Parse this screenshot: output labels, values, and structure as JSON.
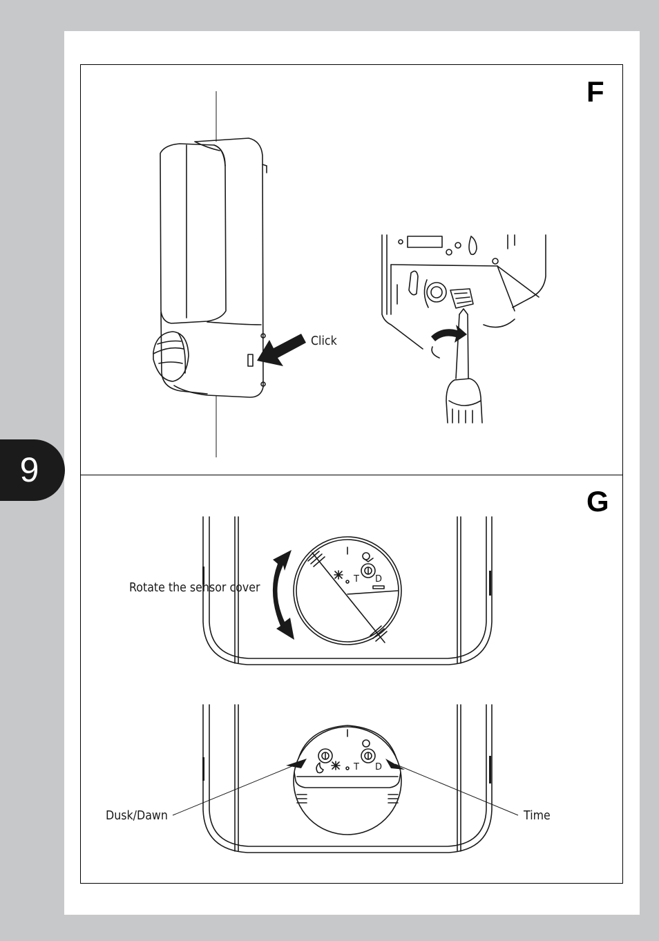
{
  "page_number": "9",
  "panels": {
    "f": {
      "letter": "F",
      "click_label": "Click"
    },
    "g": {
      "letter": "G",
      "rotate_label": "Rotate the sensor cover",
      "dusk_dawn_label": "Dusk/Dawn",
      "time_label": "Time",
      "dial_t": "T",
      "dial_d": "D"
    }
  }
}
